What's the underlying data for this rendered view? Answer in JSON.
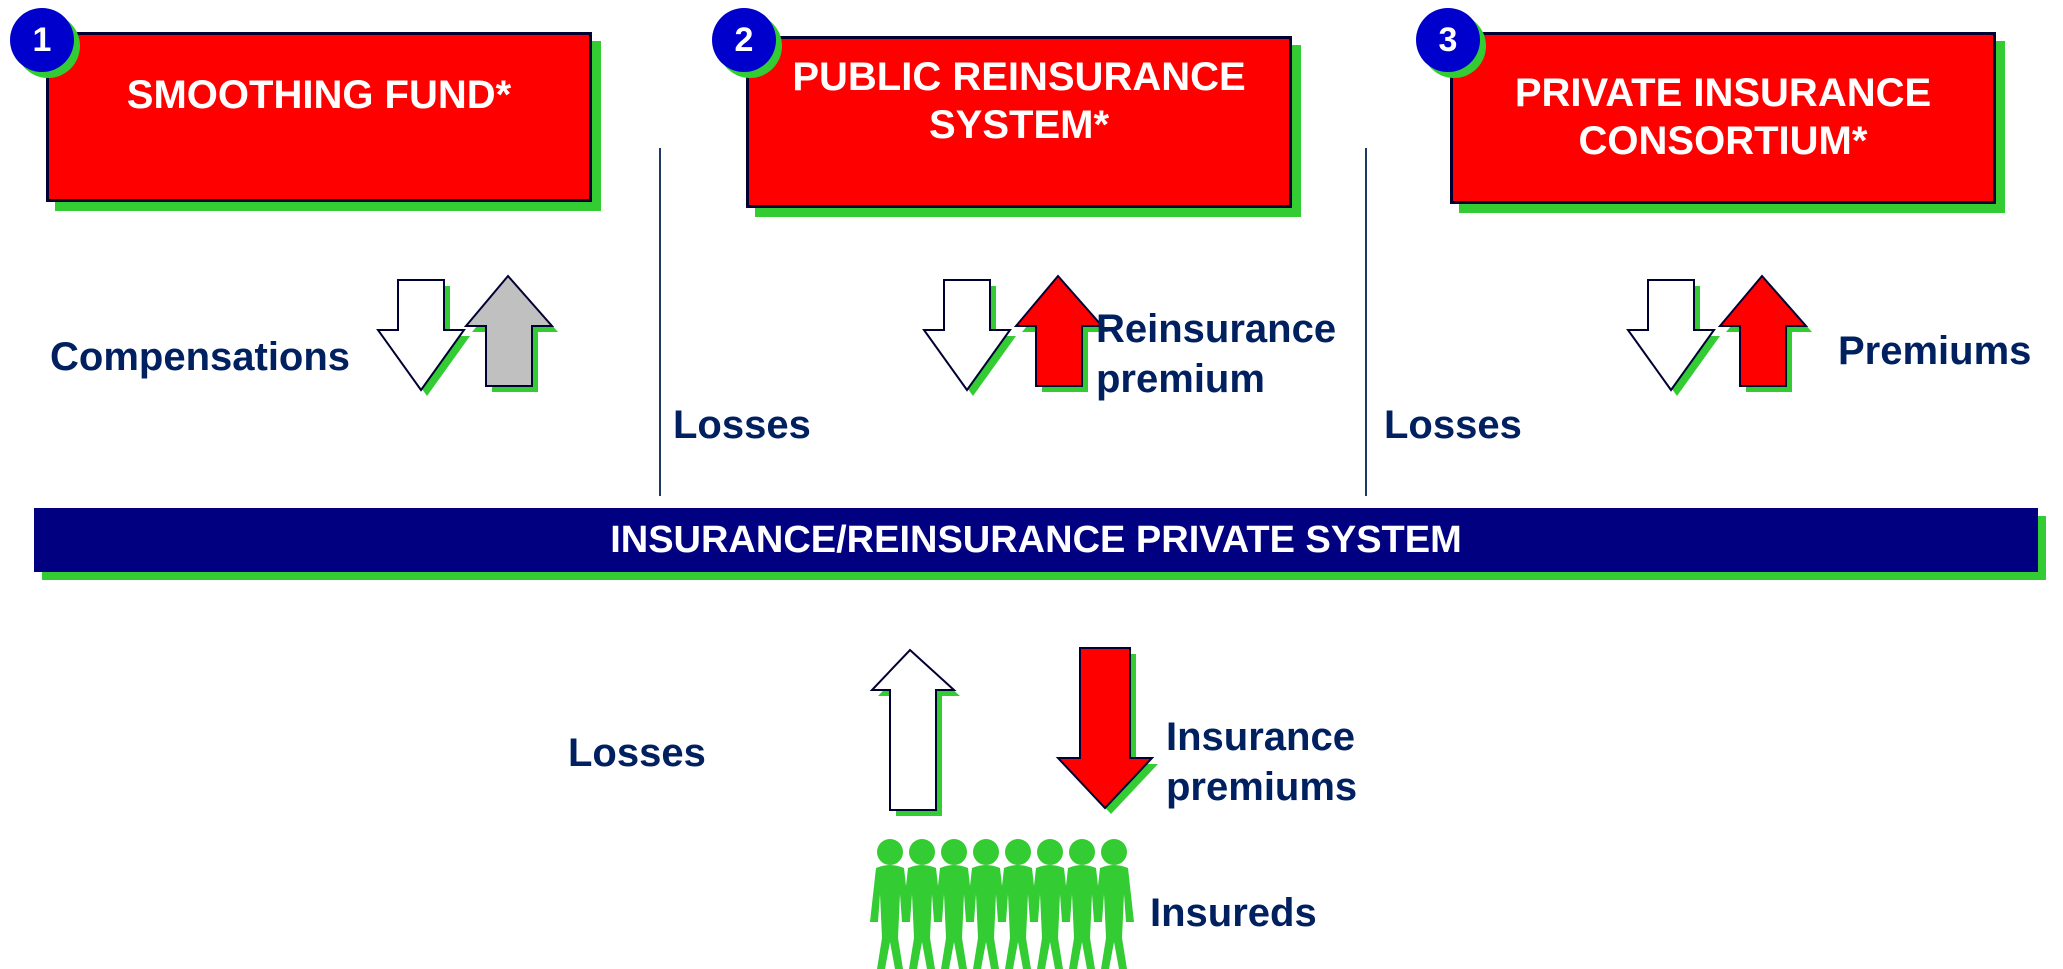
{
  "boxes": [
    {
      "number": "1",
      "title": "SMOOTHING FUND*"
    },
    {
      "number": "2",
      "title": "PUBLIC REINSURANCE SYSTEM*"
    },
    {
      "number": "3",
      "title": "PRIVATE INSURANCE CONSORTIUM*"
    }
  ],
  "labels": {
    "compensations": "Compensations",
    "losses_1": "Losses",
    "reinsurance_premium": "Reinsurance premium",
    "losses_2": "Losses",
    "premiums": "Premiums",
    "losses_bottom": "Losses",
    "insurance_premiums": "Insurance premiums",
    "insureds": "Insureds"
  },
  "banner": "INSURANCE/REINSURANCE PRIVATE SYSTEM",
  "colors": {
    "box_fill": "#ff0000",
    "banner_fill": "#000080",
    "badge_fill": "#0000cc",
    "shadow": "#33cc33",
    "label_text": "#002060",
    "arrow_gray": "#c0c0c0",
    "people": "#33cc33"
  },
  "icons": {
    "arrow_down_outline": "down-arrow-icon",
    "arrow_up_outline": "up-arrow-icon",
    "arrow_up_red": "up-arrow-icon",
    "arrow_down_red": "down-arrow-icon",
    "arrow_up_gray": "up-arrow-icon",
    "people": "people-icon"
  }
}
